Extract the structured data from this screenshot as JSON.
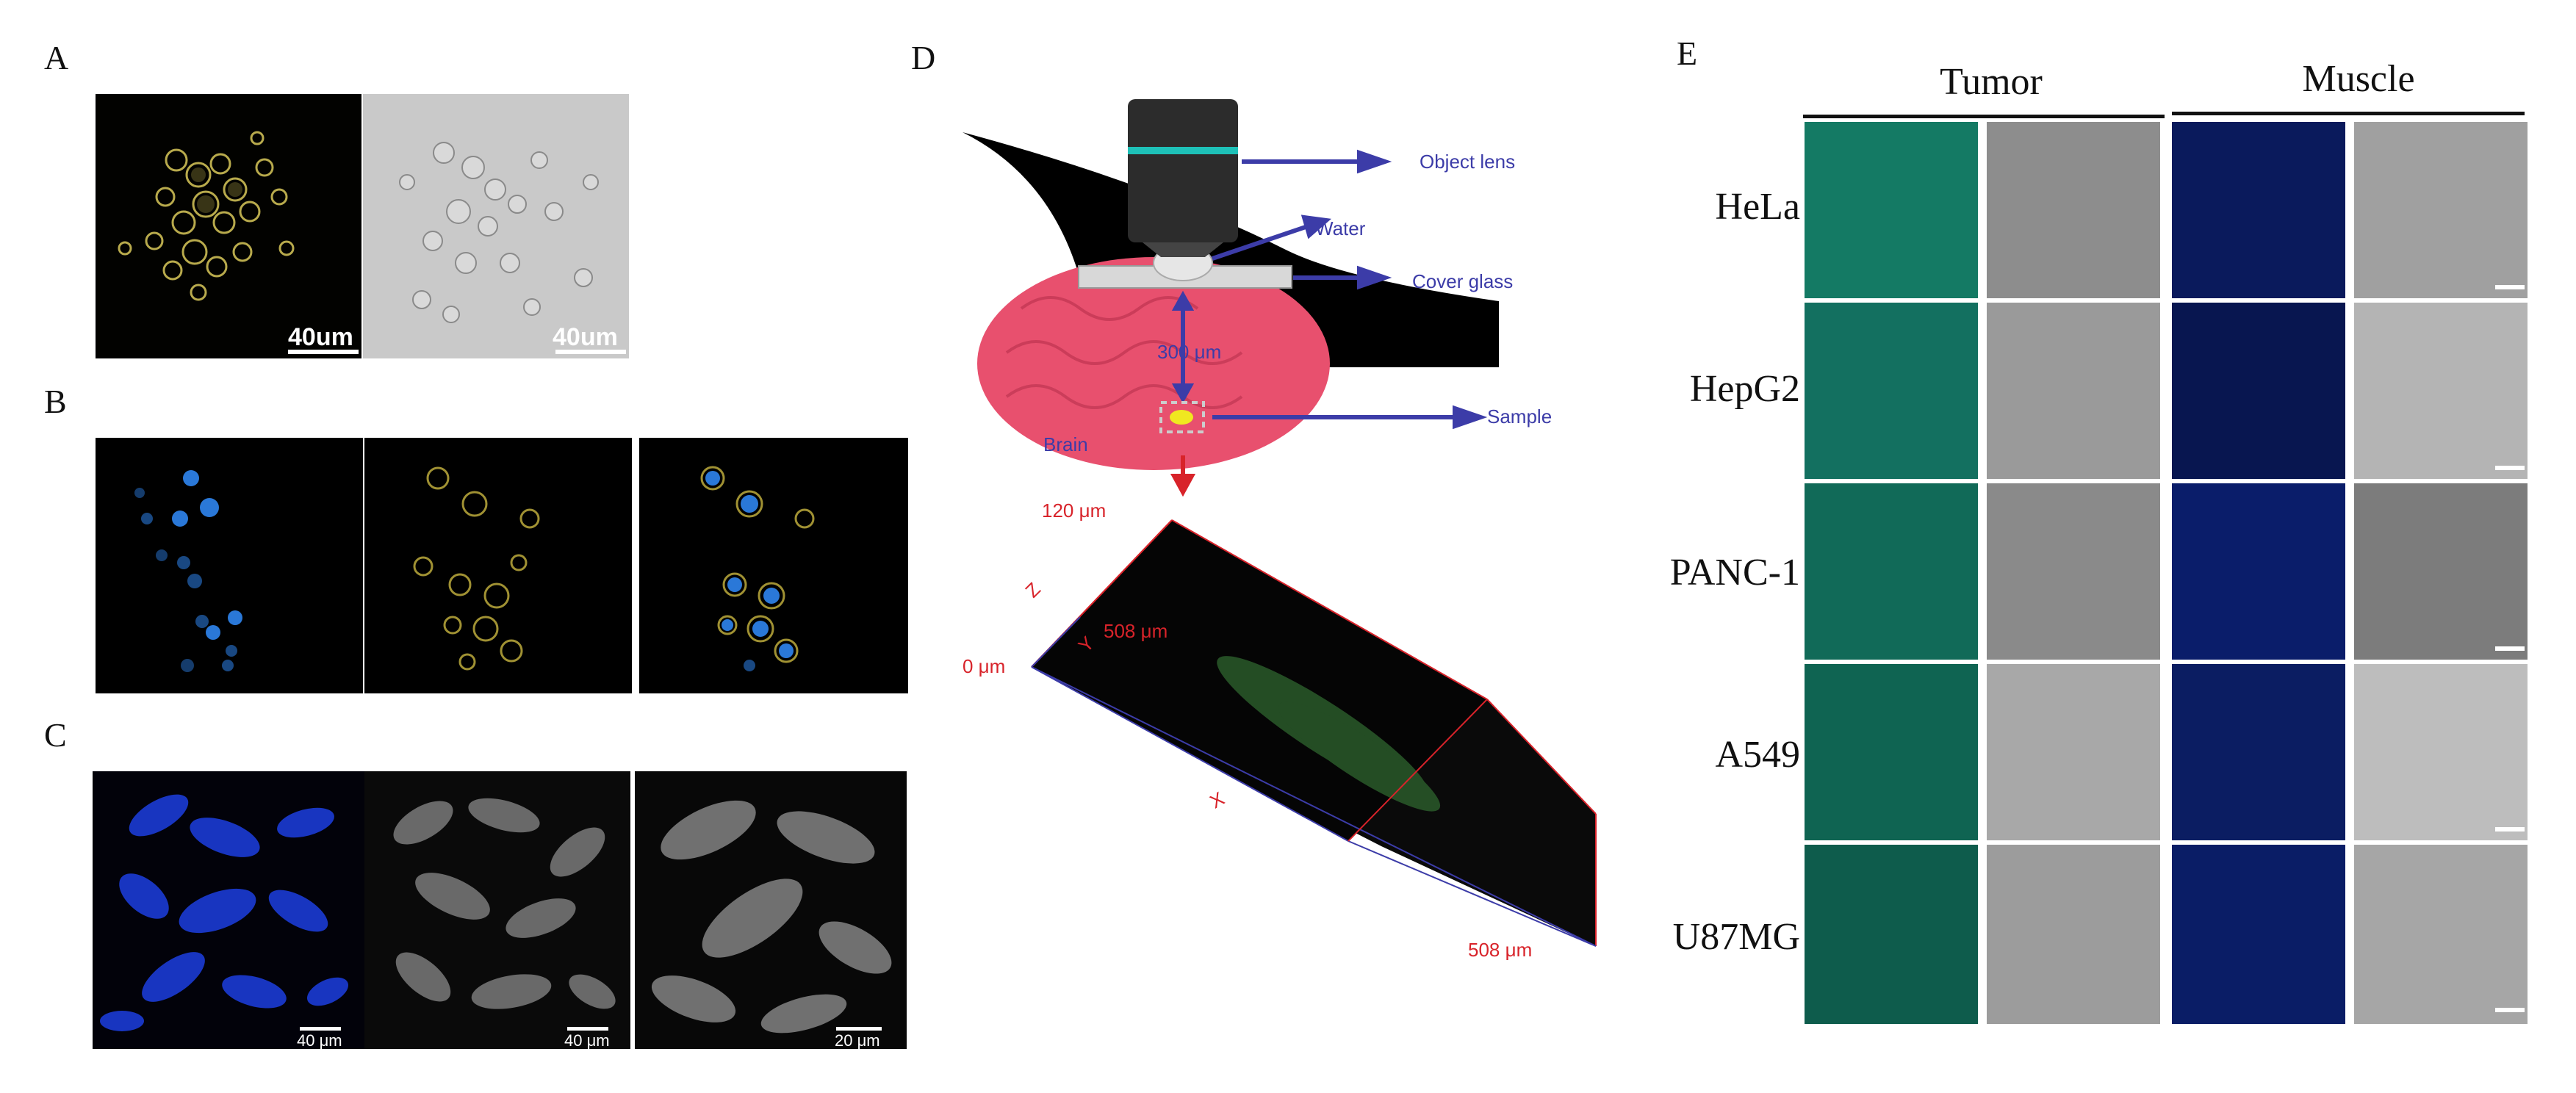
{
  "panels": {
    "A": {
      "letter": "A",
      "scale_left": "40um",
      "scale_right": "40um"
    },
    "B": {
      "letter": "B"
    },
    "C": {
      "letter": "C",
      "scale_1": "40 μm",
      "scale_2": "40 μm",
      "scale_3": "20 μm"
    },
    "D": {
      "letter": "D",
      "object_lens": "Object lens",
      "water": "Water",
      "cover_glass": "Cover glass",
      "depth": "300 μm",
      "sample": "Sample",
      "brain": "Brain",
      "z_top": "120 μm",
      "z_axis": "Z",
      "y_axis": "Y",
      "y_len": "508 μm",
      "origin": "0 μm",
      "x_axis": "X",
      "x_len": "508 μm"
    },
    "E": {
      "letter": "E",
      "col_tumor": "Tumor",
      "col_muscle": "Muscle",
      "rows": [
        "HeLa",
        "HepG2",
        "PANC-1",
        "A549",
        "U87MG"
      ]
    }
  },
  "colors": {
    "tumor_fluor": "#1fa88a",
    "muscle_fluor": "#1a3aa0",
    "yellow_fluor": "#d8c85a",
    "blue_fluor": "#2060e0",
    "arrow_blue": "#3c3ca8",
    "axis_red": "#d8232a"
  }
}
